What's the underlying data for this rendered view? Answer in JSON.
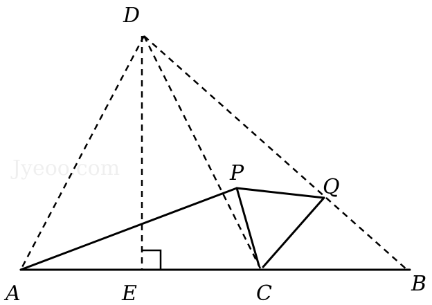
{
  "figure": {
    "points": [
      {
        "id": "A",
        "label": "A"
      },
      {
        "id": "B",
        "label": "B"
      },
      {
        "id": "C",
        "label": "C"
      },
      {
        "id": "D",
        "label": "D"
      },
      {
        "id": "E",
        "label": "E"
      },
      {
        "id": "P",
        "label": "P"
      },
      {
        "id": "Q",
        "label": "Q"
      }
    ],
    "segments": [
      {
        "from": "A",
        "to": "B",
        "style": "solid"
      },
      {
        "from": "A",
        "to": "P",
        "style": "solid"
      },
      {
        "from": "P",
        "to": "Q",
        "style": "solid"
      },
      {
        "from": "P",
        "to": "C",
        "style": "solid"
      },
      {
        "from": "Q",
        "to": "C",
        "style": "solid"
      },
      {
        "from": "D",
        "to": "A",
        "style": "dashed"
      },
      {
        "from": "D",
        "to": "B",
        "style": "dashed"
      },
      {
        "from": "D",
        "to": "C",
        "style": "dashed"
      },
      {
        "from": "D",
        "to": "E",
        "style": "dashed"
      }
    ],
    "right_angle_at": "E",
    "watermark": "Jyeoo.com"
  }
}
